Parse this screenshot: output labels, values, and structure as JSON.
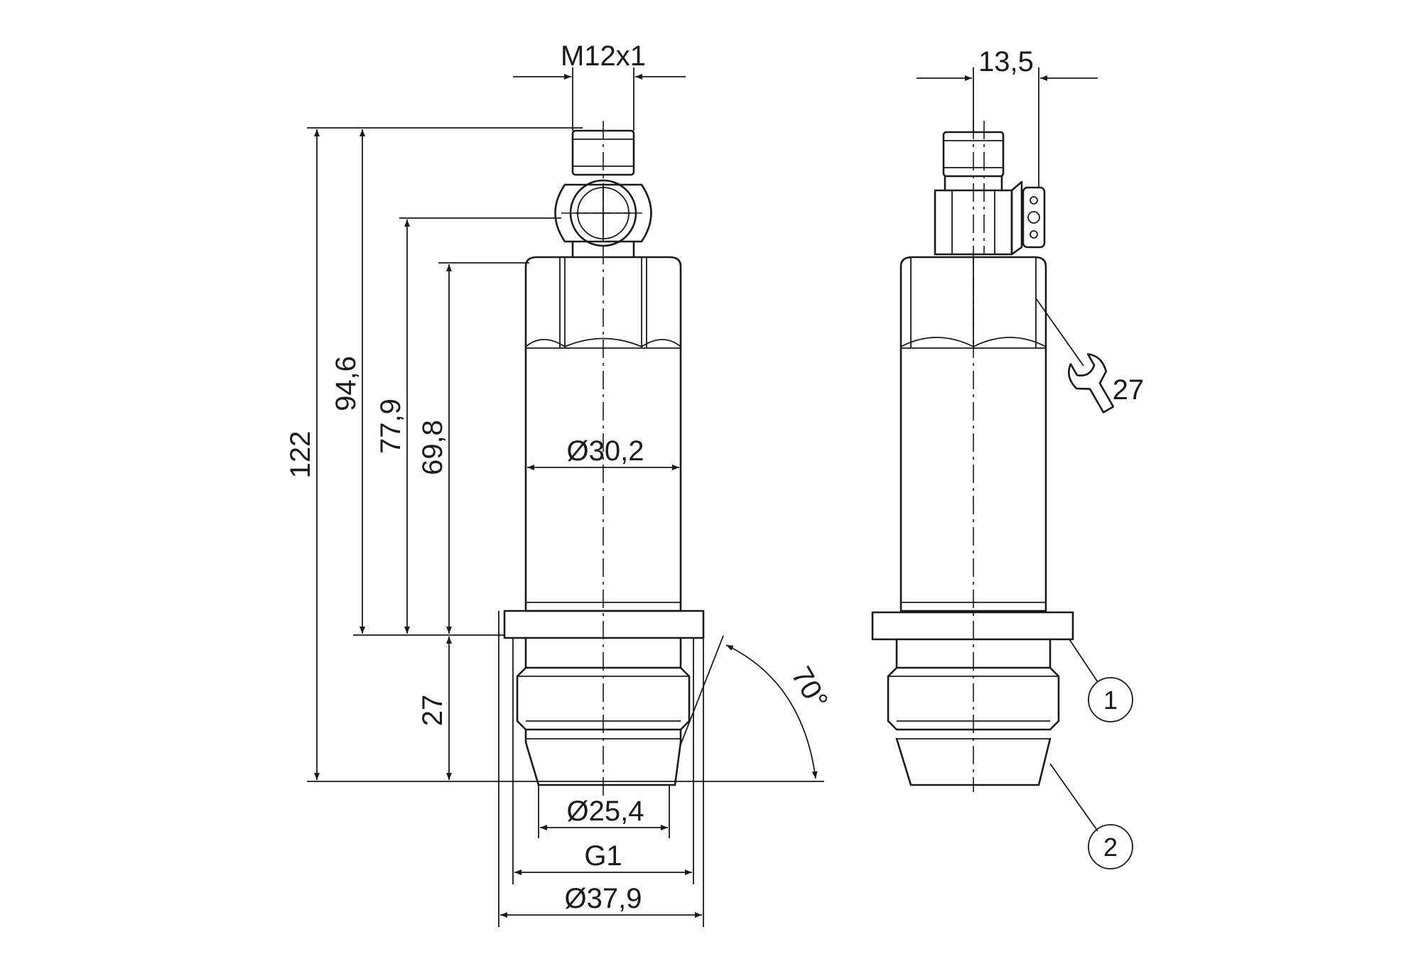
{
  "dimensions": {
    "thread_connector": "M12x1",
    "connector_offset": "13,5",
    "height_total": "122",
    "height_946": "94,6",
    "height_779": "77,9",
    "height_698": "69,8",
    "height_27": "27",
    "diameter_body": "Ø30,2",
    "diameter_tip": "Ø25,4",
    "process_thread": "G1",
    "diameter_flange": "Ø37,9",
    "angle": "70°",
    "wrench_size": "27"
  },
  "callouts": [
    "1",
    "2"
  ],
  "icons": {
    "wrench": "wrench-icon"
  }
}
